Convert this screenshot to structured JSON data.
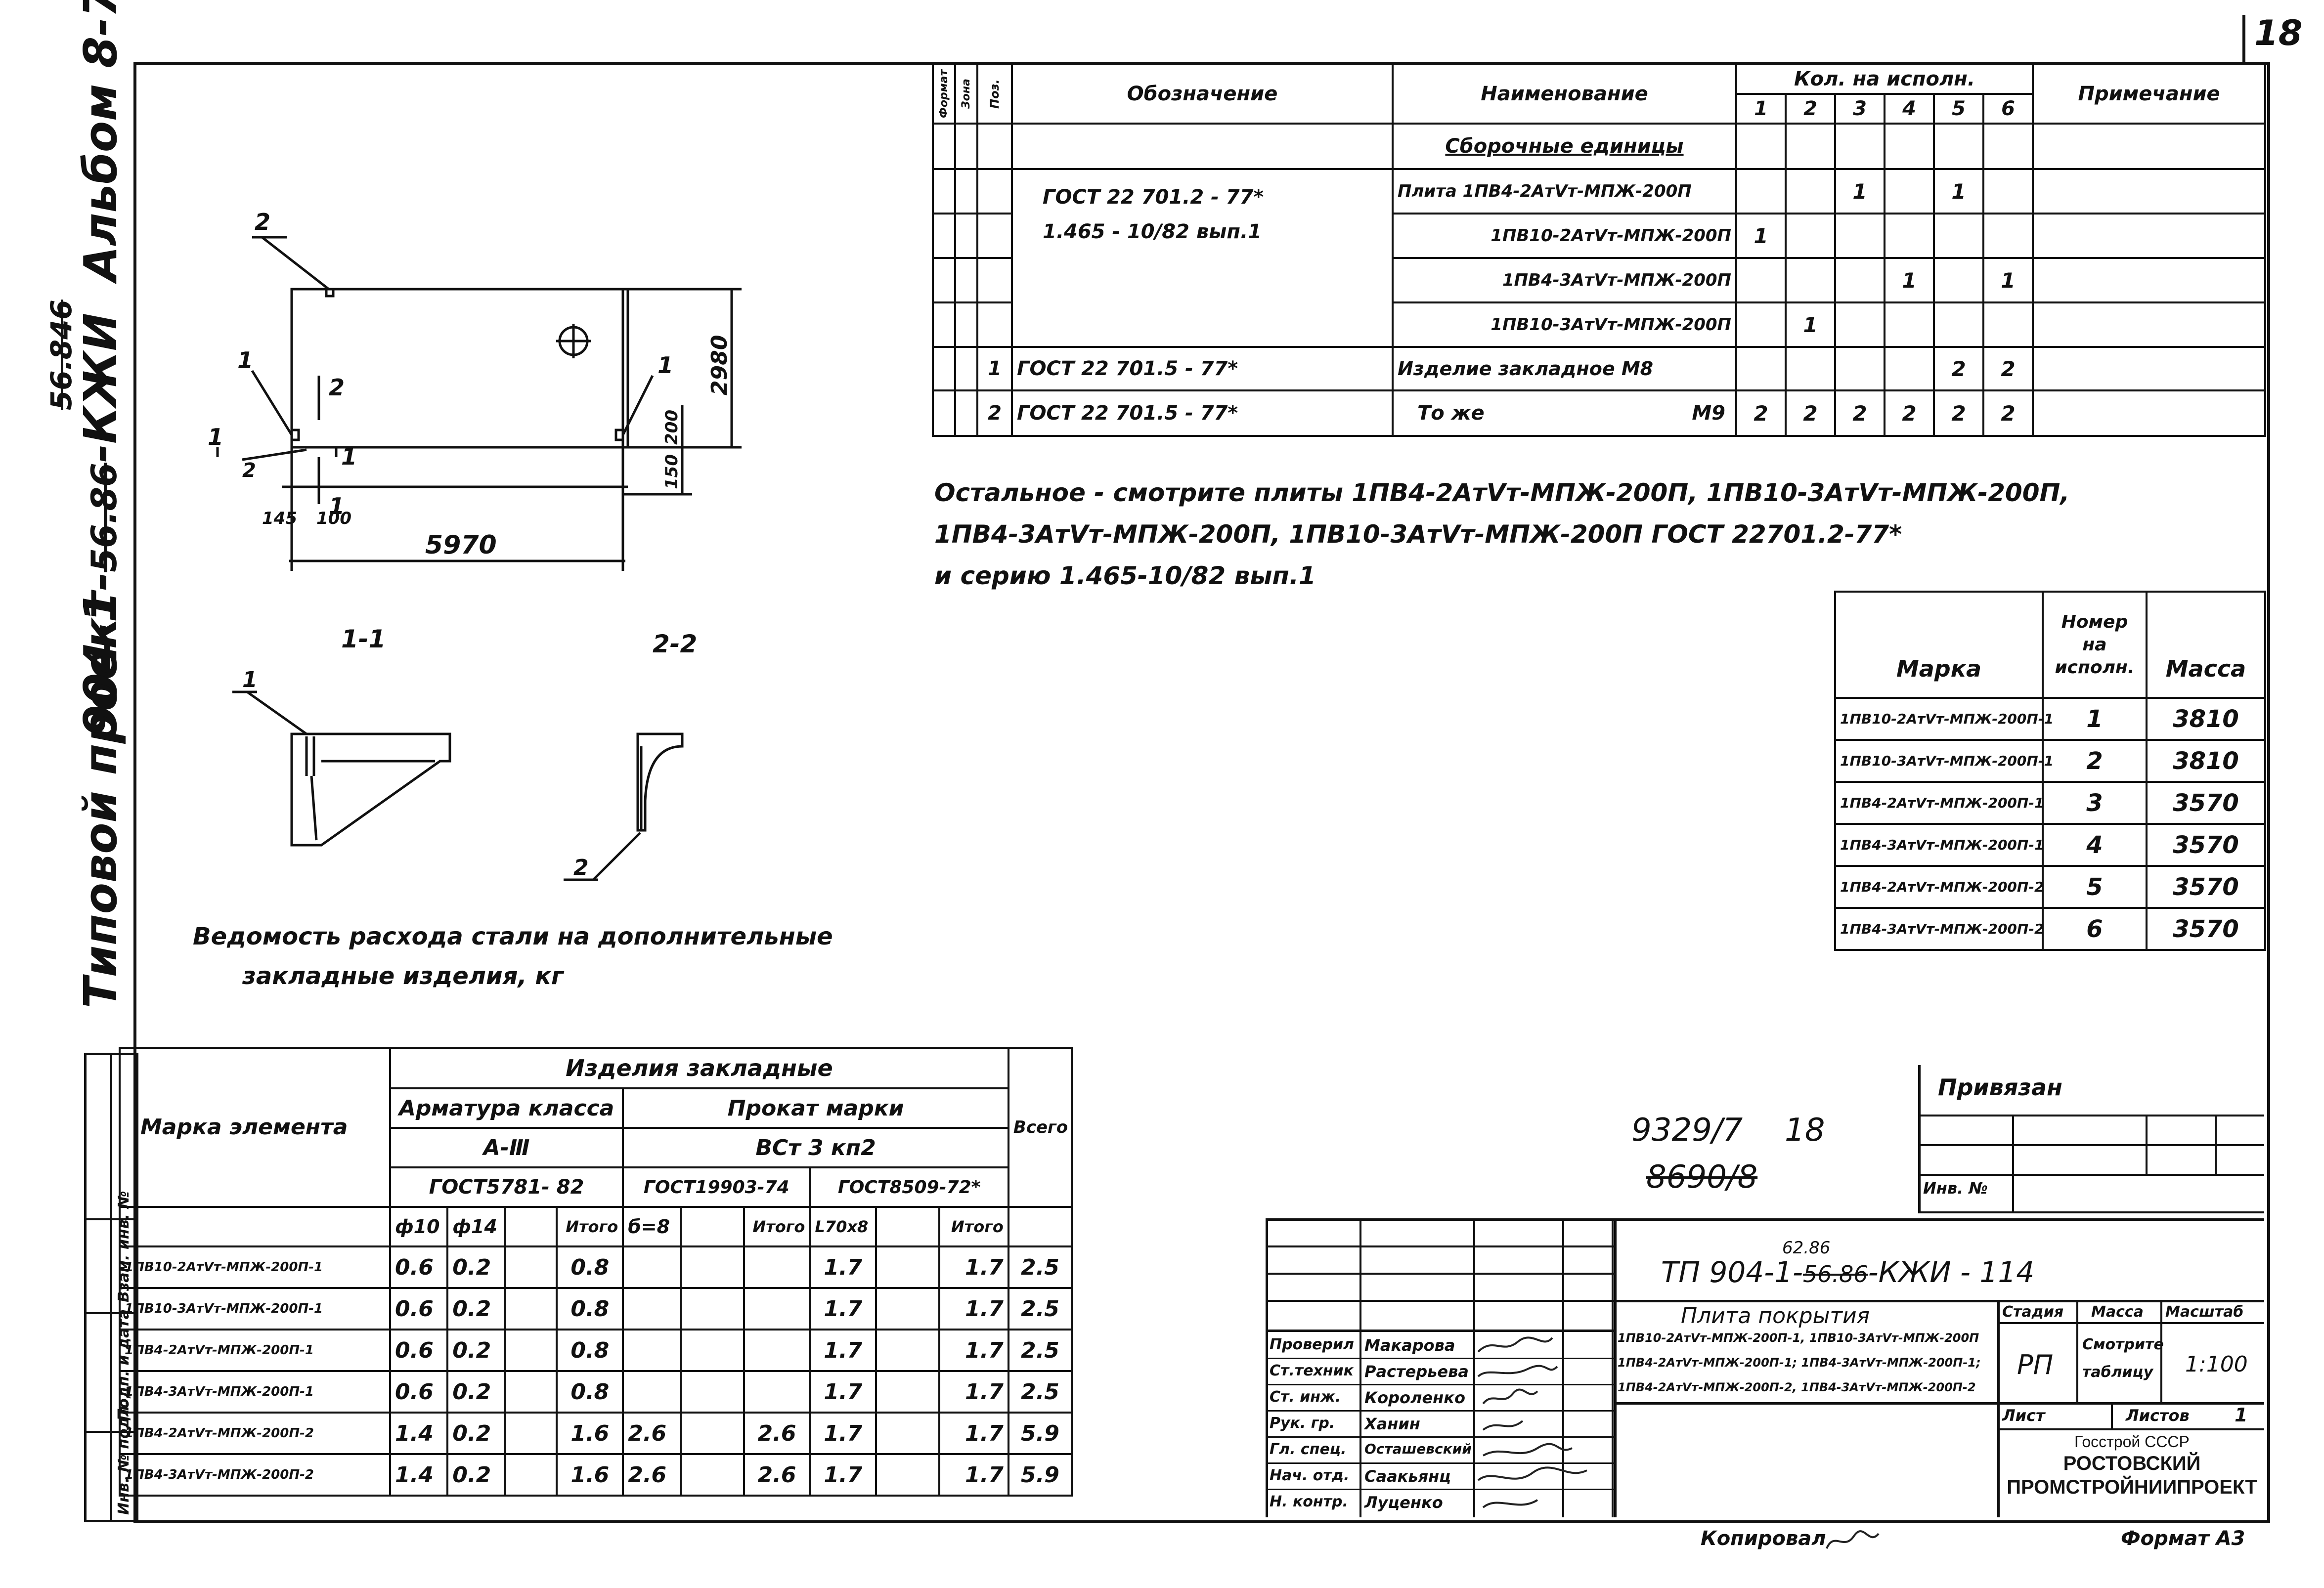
{
  "sheet_number": "18",
  "side_titles": {
    "project": "Типовой проект",
    "code": "904-1-",
    "code_crossed": "56.86",
    "code_tail": "-КЖИ",
    "album": "Альбом 8-7",
    "code_above": "56.846",
    "left_stamp": [
      "Инв. № подл.",
      "Подп. и дата",
      "Взам. инв. №"
    ]
  },
  "plan_drawing": {
    "labels": [
      "2",
      "1",
      "1",
      "2",
      "2",
      "1",
      "1",
      "1"
    ],
    "dims": {
      "length": "5970",
      "height": "2980",
      "d200": "200",
      "d150": "150",
      "d145": "145",
      "d100": "100"
    },
    "section_labels": [
      "1-1",
      "2-2"
    ],
    "section_marks": [
      "1",
      "2"
    ]
  },
  "spec_table": {
    "headers": {
      "format": "Формат",
      "zone": "Зона",
      "pos": "Поз.",
      "designation": "Обозначение",
      "name": "Наименование",
      "qty": "Кол. на исполн.",
      "note": "Примечание"
    },
    "qty_cols": [
      "1",
      "2",
      "3",
      "4",
      "5",
      "6"
    ],
    "section_title": "Сборочные единицы",
    "designations": [
      "ГОСТ 22 701.2 - 77*",
      "1.465 - 10/82 вып.1"
    ],
    "rows": [
      {
        "pos": "",
        "name": "Плита 1ПВ4-2АтⅤт-МПЖ-200П",
        "q": [
          "",
          "",
          "1",
          "",
          "1",
          ""
        ]
      },
      {
        "pos": "",
        "name": "1ПВ10-2АтⅤт-МПЖ-200П",
        "q": [
          "1",
          "",
          "",
          "",
          "",
          ""
        ]
      },
      {
        "pos": "",
        "name": "1ПВ4-3АтⅤт-МПЖ-200П",
        "q": [
          "",
          "",
          "",
          "1",
          "",
          "1"
        ]
      },
      {
        "pos": "",
        "name": "1ПВ10-3АтⅤт-МПЖ-200П",
        "q": [
          "",
          "1",
          "",
          "",
          "",
          ""
        ]
      },
      {
        "pos": "1",
        "designation": "ГОСТ 22 701.5 - 77*",
        "name": "Изделие закладное М8",
        "q": [
          "",
          "",
          "",
          "",
          "2",
          "2"
        ]
      },
      {
        "pos": "2",
        "designation": "ГОСТ 22 701.5 - 77*",
        "name": "То же",
        "name_tail": "М9",
        "q": [
          "2",
          "2",
          "2",
          "2",
          "2",
          "2"
        ]
      }
    ]
  },
  "note_text": [
    "Остальное - смотрите плиты 1ПВ4-2АтⅤт-МПЖ-200П, 1ПВ10-3АтⅤт-МПЖ-200П,",
    "1ПВ4-3АтⅤт-МПЖ-200П, 1ПВ10-3АтⅤт-МПЖ-200П ГОСТ 22701.2-77*",
    "и серию 1.465-10/82 вып.1"
  ],
  "mass_table": {
    "headers": {
      "mark": "Марка",
      "num": "Номер на исполн.",
      "mass": "Масса"
    },
    "rows": [
      {
        "mark": "1ПВ10-2АтⅤт-МПЖ-200П-1",
        "num": "1",
        "mass": "3810"
      },
      {
        "mark": "1ПВ10-3АтⅤт-МПЖ-200П-1",
        "num": "2",
        "mass": "3810"
      },
      {
        "mark": "1ПВ4-2АтⅤт-МПЖ-200П-1",
        "num": "3",
        "mass": "3570"
      },
      {
        "mark": "1ПВ4-3АтⅤт-МПЖ-200П-1",
        "num": "4",
        "mass": "3570"
      },
      {
        "mark": "1ПВ4-2АтⅤт-МПЖ-200П-2",
        "num": "5",
        "mass": "3570"
      },
      {
        "mark": "1ПВ4-3АтⅤт-МПЖ-200П-2",
        "num": "6",
        "mass": "3570"
      }
    ]
  },
  "steel_title": [
    "Ведомость расхода стали на дополнительные",
    "закладные изделия, кг"
  ],
  "steel_table": {
    "h_items": "Изделия закладные",
    "h_rebar": "Арматура класса",
    "h_rolled": "Прокат марки",
    "h_rebar_class": "А-Ⅲ",
    "h_rolled_grade": "ВСт 3 кп2",
    "h_gost1": "ГОСТ5781- 82",
    "h_gost2": "ГОСТ19903-74",
    "h_gost3": "ГОСТ8509-72*",
    "h_mark": "Марка элемента",
    "h_total_all": "Всего",
    "sub": [
      "ф10",
      "ф14",
      "",
      "Итого",
      "б=8",
      "",
      "Итого",
      "L70х8",
      "",
      "Итого"
    ],
    "rows": [
      {
        "mark": "1ПВ10-2АтⅤт-МПЖ-200П-1",
        "v": [
          "0.6",
          "0.2",
          "",
          "0.8",
          "",
          "",
          "",
          "1.7",
          "",
          "1.7",
          "2.5"
        ]
      },
      {
        "mark": "1ПВ10-3АтⅤт-МПЖ-200П-1",
        "v": [
          "0.6",
          "0.2",
          "",
          "0.8",
          "",
          "",
          "",
          "1.7",
          "",
          "1.7",
          "2.5"
        ]
      },
      {
        "mark": "1ПВ4-2АтⅤт-МПЖ-200П-1",
        "v": [
          "0.6",
          "0.2",
          "",
          "0.8",
          "",
          "",
          "",
          "1.7",
          "",
          "1.7",
          "2.5"
        ]
      },
      {
        "mark": "1ПВ4-3АтⅤт-МПЖ-200П-1",
        "v": [
          "0.6",
          "0.2",
          "",
          "0.8",
          "",
          "",
          "",
          "1.7",
          "",
          "1.7",
          "2.5"
        ]
      },
      {
        "mark": "1ПВ4-2АтⅤт-МПЖ-200П-2",
        "v": [
          "1.4",
          "0.2",
          "",
          "1.6",
          "2.6",
          "",
          "2.6",
          "1.7",
          "",
          "1.7",
          "5.9"
        ]
      },
      {
        "mark": "1ПВ4-3АтⅤт-МПЖ-200П-2",
        "v": [
          "1.4",
          "0.2",
          "",
          "1.6",
          "2.6",
          "",
          "2.6",
          "1.7",
          "",
          "1.7",
          "5.9"
        ]
      }
    ]
  },
  "binding": {
    "title": "Привязан",
    "inv": "Инв. №"
  },
  "archive": {
    "num1": "9329/7",
    "num1b": "18",
    "num2": "8690/8"
  },
  "title_block": {
    "code": "ТП 904-1-",
    "code_crossed": "56.86",
    "code_above": "62.86",
    "code_tail": "-КЖИ - 114",
    "people": [
      {
        "role": "Проверил",
        "name": "Макарова"
      },
      {
        "role": "Ст.техник",
        "name": "Растерьева"
      },
      {
        "role": "Ст. инж.",
        "name": "Короленко"
      },
      {
        "role": "Рук. гр.",
        "name": "Ханин"
      },
      {
        "role": "Гл. спец.",
        "name": "Осташевский"
      },
      {
        "role": "Нач. отд.",
        "name": "Саакьянц"
      },
      {
        "role": "Н. контр.",
        "name": "Луценко"
      }
    ],
    "doc_title": [
      "Плита покрытия",
      "1ПВ10-2АтⅤт-МПЖ-200П-1, 1ПВ10-3АтⅤт-МПЖ-200П",
      "1ПВ4-2АтⅤт-МПЖ-200П-1; 1ПВ4-3АтⅤт-МПЖ-200П-1;",
      "1ПВ4-2АтⅤт-МПЖ-200П-2, 1ПВ4-3АтⅤт-МПЖ-200П-2"
    ],
    "stage_label": "Стадия",
    "mass_label": "Масса",
    "scale_label": "Масштаб",
    "stage": "РП",
    "mass_value": "Смотрите таблицу",
    "scale": "1:100",
    "sheet_label": "Лист",
    "sheets_label": "Листов",
    "sheets": "1",
    "org": [
      "Госстрой СССР",
      "Ростовский",
      "Промстройниипроект"
    ]
  },
  "bottom": {
    "copied": "Копировал",
    "format": "Формат А3"
  }
}
